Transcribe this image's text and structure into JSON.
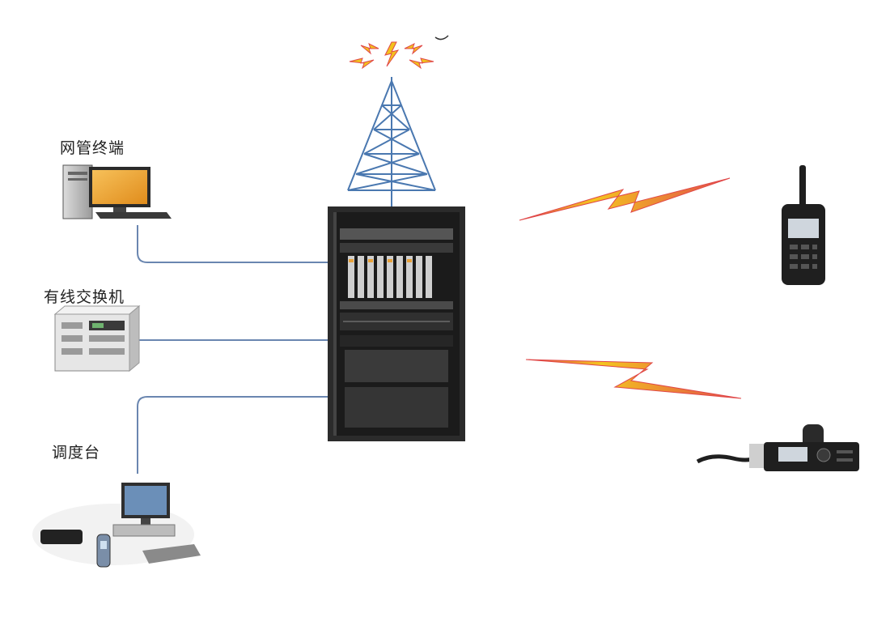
{
  "nodes": {
    "nms_terminal": {
      "label": "网管终端"
    },
    "wired_switch": {
      "label": "有线交换机"
    },
    "dispatch_console": {
      "label": "调度台"
    }
  },
  "colors": {
    "connector": "#6a86b0",
    "tower": "#4a78b0",
    "cabinet": "#2b2b2b",
    "lightning_fill": "#f2c21d",
    "lightning_edge": "#e04848"
  }
}
